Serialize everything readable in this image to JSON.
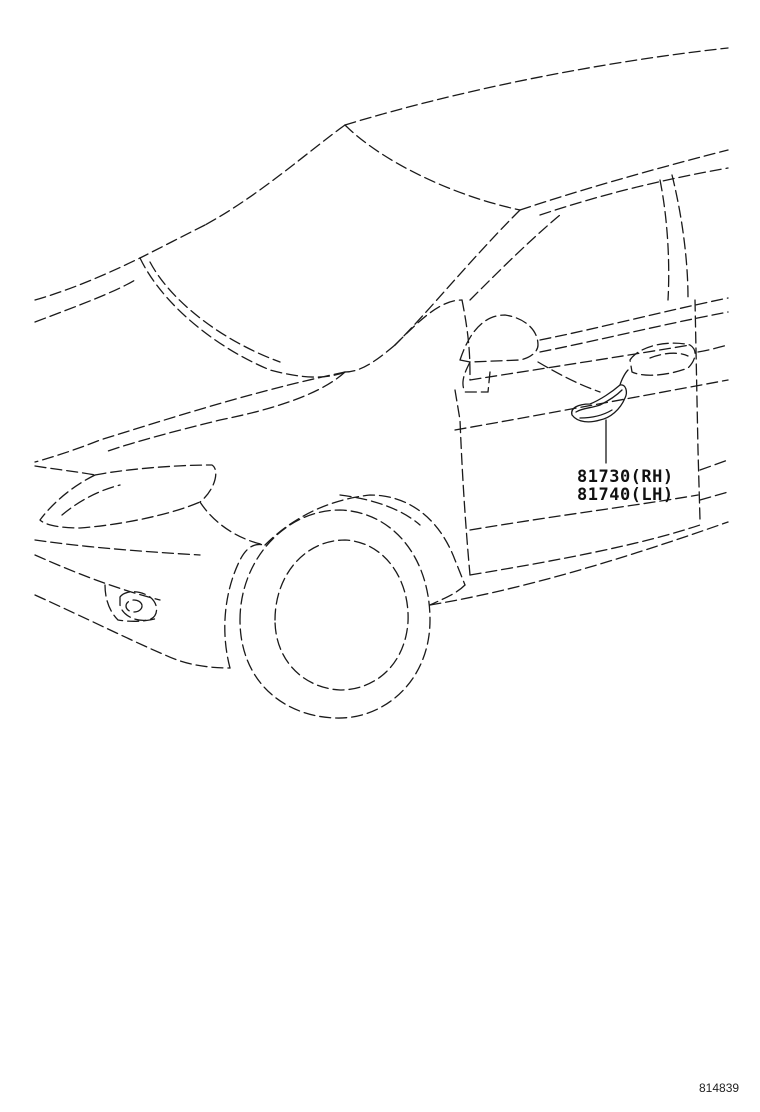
{
  "callout": {
    "part_rh": "81730(RH)",
    "part_lh": "81740(LH)"
  },
  "reference_number": "814839"
}
